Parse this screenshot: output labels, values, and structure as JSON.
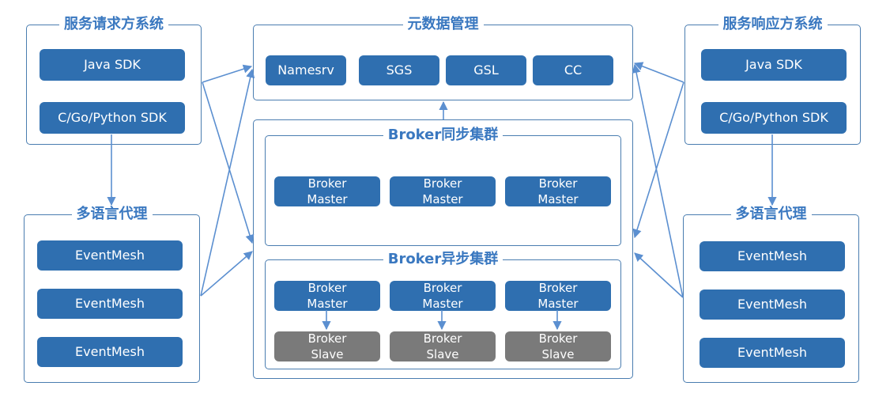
{
  "left": {
    "requester_title": "服务请求方系统",
    "requester_sdks": [
      "Java SDK",
      "C/Go/Python SDK"
    ],
    "proxy_title": "多语言代理",
    "proxy_items": [
      "EventMesh",
      "EventMesh",
      "EventMesh"
    ]
  },
  "center": {
    "metadata_title": "元数据管理",
    "metadata_items": [
      "Namesrv",
      "SGS",
      "GSL",
      "CC"
    ],
    "sync_title": "Broker同步集群",
    "sync_masters": [
      {
        "line1": "Broker",
        "line2": "Master"
      },
      {
        "line1": "Broker",
        "line2": "Master"
      },
      {
        "line1": "Broker",
        "line2": "Master"
      }
    ],
    "async_title": "Broker异步集群",
    "async_masters": [
      {
        "line1": "Broker",
        "line2": "Master"
      },
      {
        "line1": "Broker",
        "line2": "Master"
      },
      {
        "line1": "Broker",
        "line2": "Master"
      }
    ],
    "async_slaves": [
      {
        "line1": "Broker",
        "line2": "Slave"
      },
      {
        "line1": "Broker",
        "line2": "Slave"
      },
      {
        "line1": "Broker",
        "line2": "Slave"
      }
    ]
  },
  "right": {
    "responder_title": "服务响应方系统",
    "responder_sdks": [
      "Java SDK",
      "C/Go/Python SDK"
    ],
    "proxy_title": "多语言代理",
    "proxy_items": [
      "EventMesh",
      "EventMesh",
      "EventMesh"
    ]
  },
  "colors": {
    "box_blue": "#2f6fb0",
    "slave_gray": "#7a7a7a",
    "border": "#4a7db0",
    "title": "#3a78c0",
    "arrow": "#5b8fd0"
  }
}
